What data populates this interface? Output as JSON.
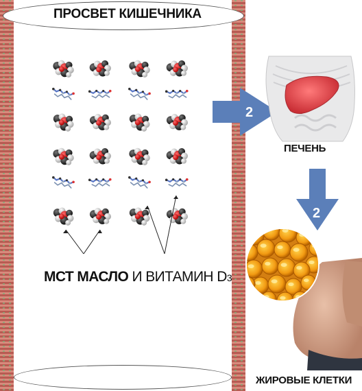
{
  "lumen_title": "ПРОСВЕТ КИШЕЧНИКА",
  "mct_label": {
    "bold": "МСТ МАСЛО",
    "and": " И ВИТАМИН D",
    "sub": "3"
  },
  "liver_label": "ПЕЧЕНЬ",
  "fat_cells_label": "ЖИРОВЫЕ КЛЕТКИ",
  "arrows": {
    "to_liver": "2",
    "to_fat": "2"
  },
  "colors": {
    "arrow": "#5b7fb9",
    "liver": "#e04848",
    "fat_cells": "#f0a020"
  },
  "molecule_grid": {
    "columns": 4,
    "groups": 2,
    "row_pattern": [
      "oil-molecule",
      "vitamin-d3-molecule",
      "oil-molecule"
    ]
  }
}
